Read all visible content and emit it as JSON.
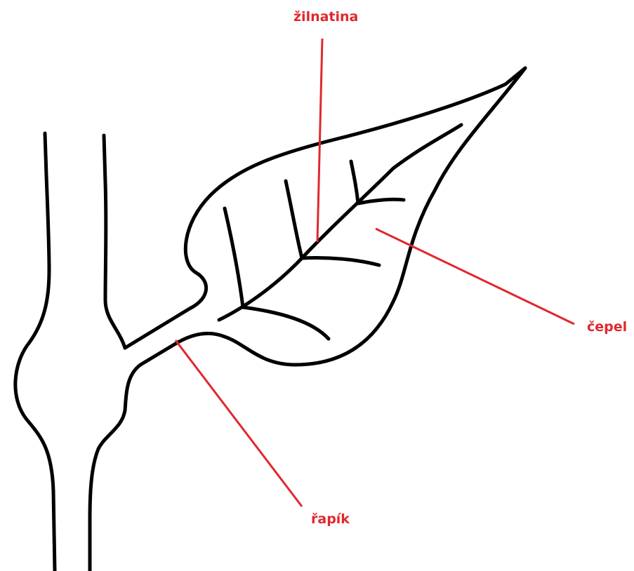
{
  "colors": {
    "background": "#ffffff",
    "outline": "#000000",
    "label": "#e0282e"
  },
  "labels": {
    "vein": "žilnatina",
    "blade": "čepel",
    "petiole": "řapík"
  }
}
